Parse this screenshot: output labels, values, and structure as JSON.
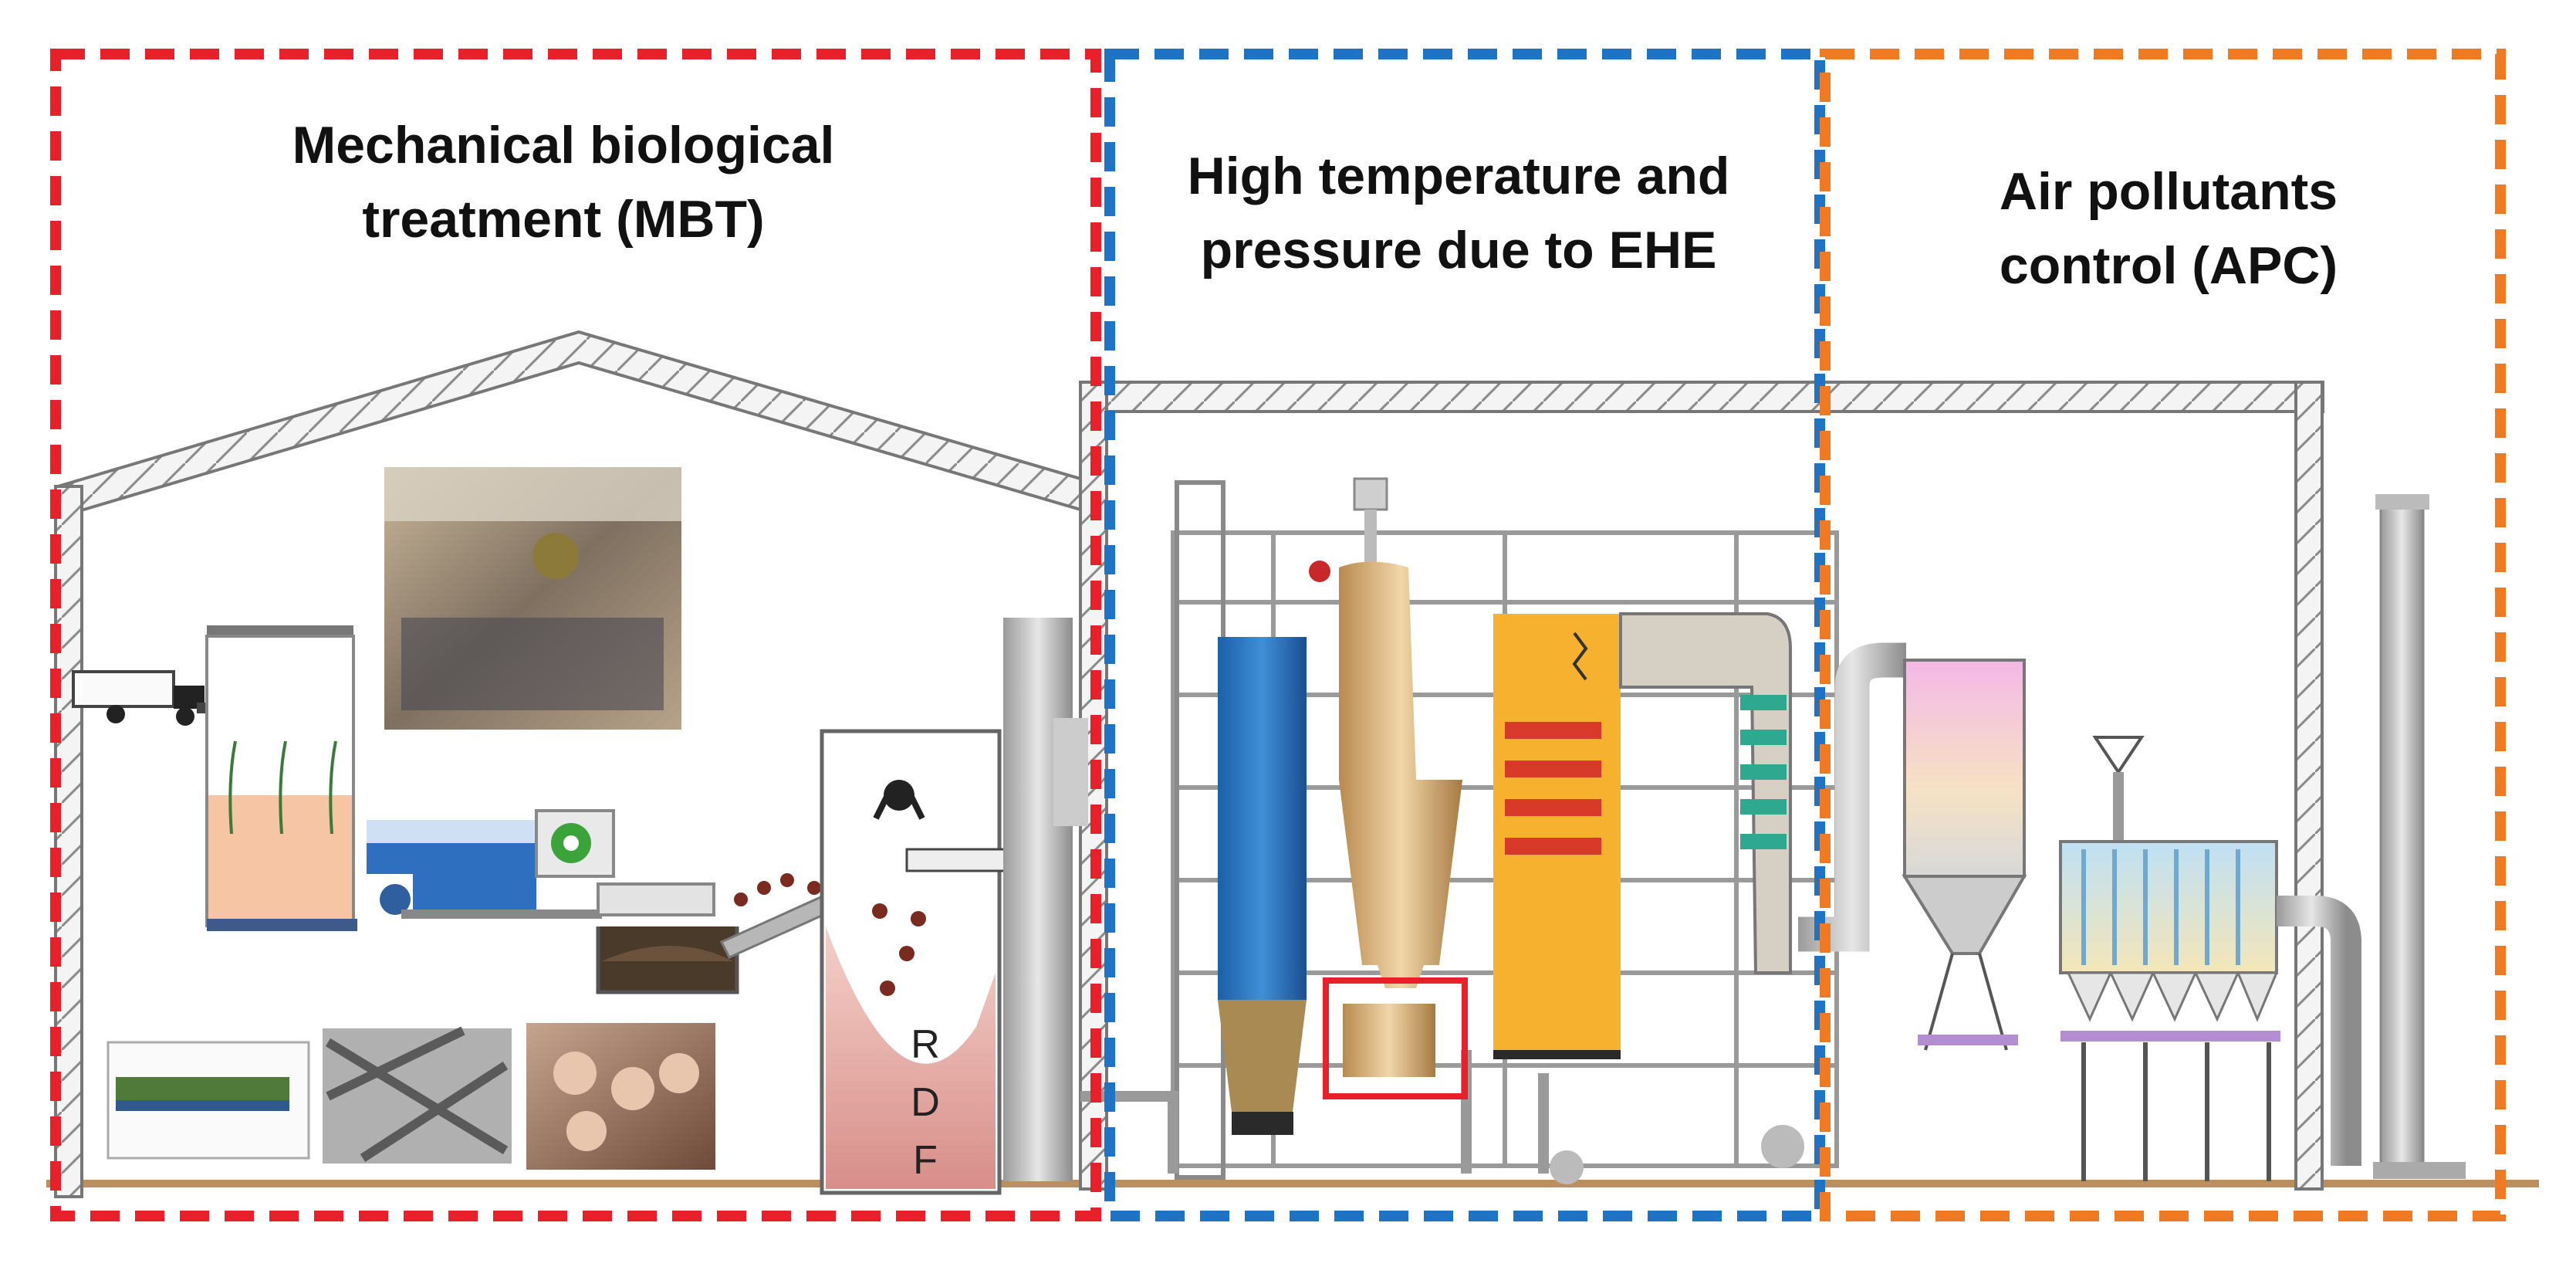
{
  "zones": [
    {
      "id": "mbt",
      "title": "Mechanical biological\ntreatment (MBT)",
      "border_color": "#e8202a"
    },
    {
      "id": "ehe",
      "title": "High temperature and\npressure due to EHE",
      "border_color": "#1f73c4"
    },
    {
      "id": "apc",
      "title": "Air pollutants\ncontrol (APC)",
      "border_color": "#f07a22"
    }
  ],
  "rdf_label": {
    "letters": [
      "R",
      "D",
      "F"
    ]
  },
  "highlight_color": "#e8202a"
}
